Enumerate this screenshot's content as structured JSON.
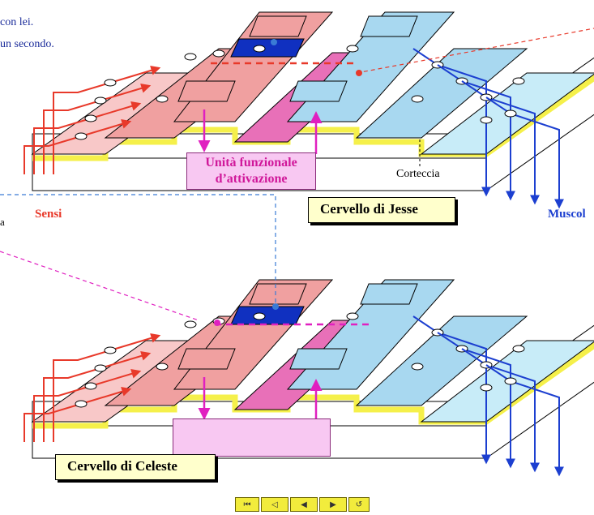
{
  "captions": {
    "line1": "con lei.",
    "line2": "un secondo."
  },
  "labels": {
    "sensi": "Sensi",
    "muscoli": "Muscol",
    "corteccia": "Corteccia",
    "fragment_a": "a",
    "unit_top": "Unità funzionale d’attivazione",
    "brain_top": "Cervello di Jesse",
    "brain_bottom": "Cervello di Celeste"
  },
  "nav": [
    {
      "icon": "first-icon",
      "glyph": "⏮"
    },
    {
      "icon": "prev-icon",
      "glyph": "◁"
    },
    {
      "icon": "back-icon",
      "glyph": "◀"
    },
    {
      "icon": "next-icon",
      "glyph": "▶"
    },
    {
      "icon": "return-icon",
      "glyph": "↺"
    }
  ],
  "colors": {
    "sensory": "#f0a0a0",
    "sensory_light": "#f8c8c8",
    "motor": "#a8d8f0",
    "motor_light": "#c8ecf8",
    "yellow": "#f5f04a",
    "red_path": "#e8392a",
    "blue_path": "#1c3fd0",
    "magenta": "#e020c0"
  }
}
